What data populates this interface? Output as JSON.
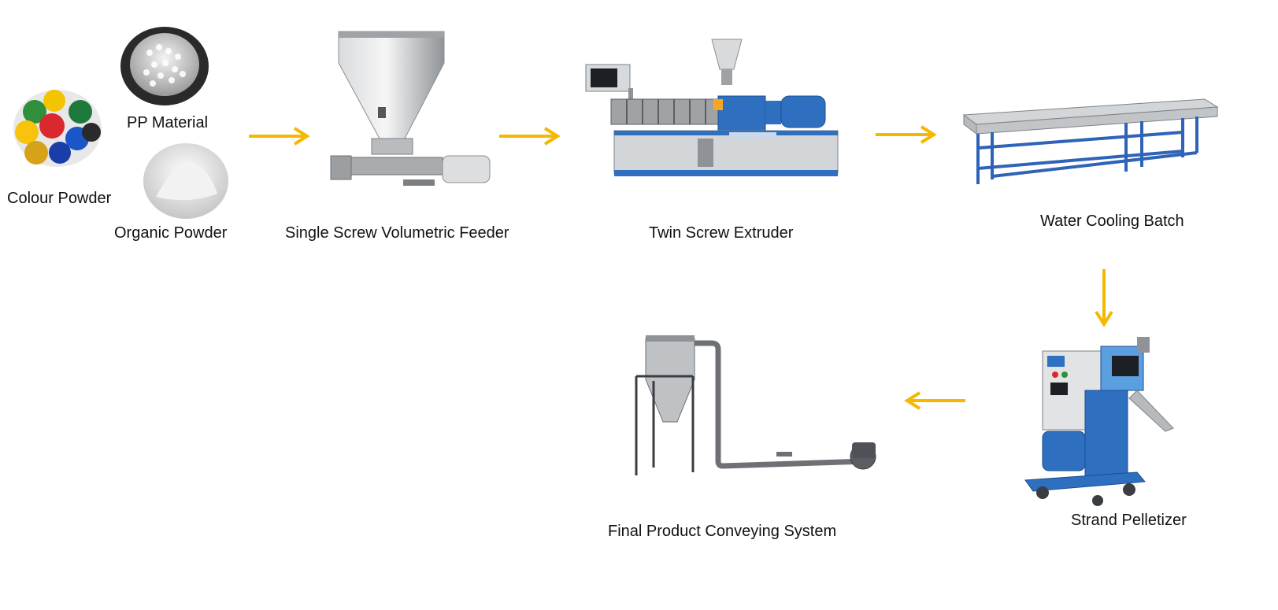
{
  "colors": {
    "arrow": "#F5B800",
    "steel": "#B8BCC0",
    "steel_dark": "#6F7478",
    "machine_blue": "#2E6FC0",
    "frame_blue": "#2F63B8",
    "panel_gray": "#D7DADC"
  },
  "labels": {
    "pp_material": "PP Material",
    "colour_powder": "Colour Powder",
    "organic_powder": "Organic Powder",
    "feeder": "Single Screw Volumetric Feeder",
    "extruder": "Twin Screw Extruder",
    "cooling": "Water Cooling Batch",
    "pelletizer": "Strand Pelletizer",
    "conveying": "Final Product Conveying System"
  },
  "icons": {
    "pp_pellets": "pp-material-pellets-image",
    "colour_dish": "colour-powder-dish-image",
    "organic_pile": "organic-powder-pile-image",
    "feeder": "volumetric-feeder-image",
    "extruder": "twin-screw-extruder-image",
    "cooling": "water-cooling-bath-image",
    "pelletizer": "strand-pelletizer-image",
    "conveyor": "conveying-system-image",
    "arrow": "arrow-icon"
  }
}
